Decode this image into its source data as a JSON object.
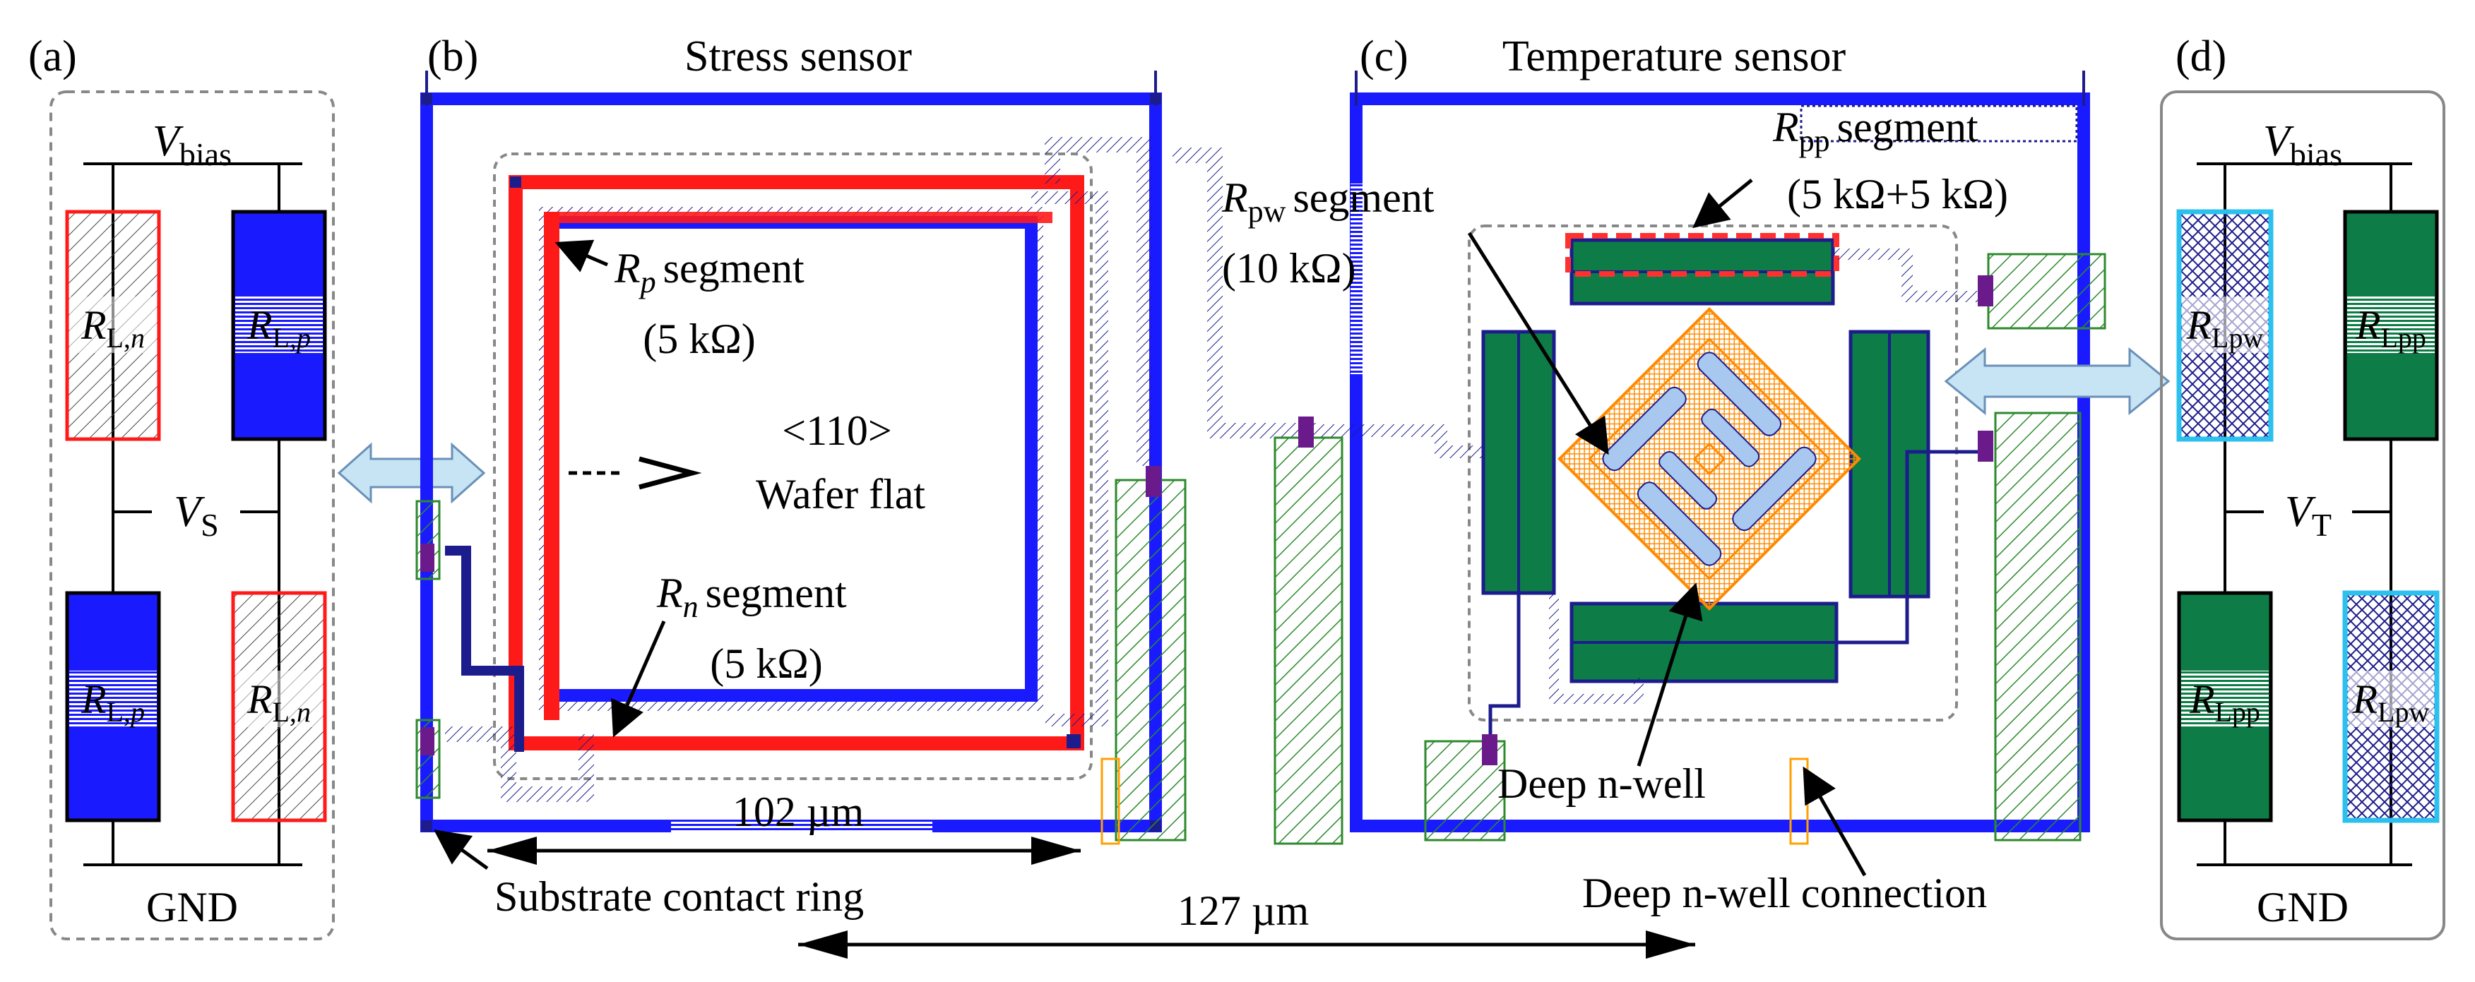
{
  "panels": {
    "a": {
      "tag": "(a)",
      "vbias_main": "V",
      "vbias_sub": "bias",
      "vs_main": "V",
      "vs_sub": "S",
      "gnd": "GND",
      "r_ln_main": "R",
      "r_ln_sub_a": "L,",
      "r_ln_sub_b": "n",
      "r_lp_main": "R",
      "r_lp_sub_a": "L,",
      "r_lp_sub_b": "p"
    },
    "b": {
      "tag": "(b)",
      "title": "Stress sensor",
      "rp_main": "R",
      "rp_sub": "p",
      "rp_text": "segment",
      "rp_value": "(5 kΩ)",
      "rn_main": "R",
      "rn_sub": "n",
      "rn_text": "segment",
      "rn_value": "(5 kΩ)",
      "orientation": "<110>",
      "wafer_flat": "Wafer flat",
      "dim": "102 µm",
      "ring": "Substrate contact ring"
    },
    "c": {
      "tag": "(c)",
      "title": "Temperature sensor",
      "rpp_main": "R",
      "rpp_sub": "pp",
      "rpp_text": "segment",
      "rpp_value": "(5 kΩ+5 kΩ)",
      "rpw_main": "R",
      "rpw_sub": "pw",
      "rpw_text": "segment",
      "rpw_value": "(10 kΩ)",
      "deep_nwell": "Deep n-well",
      "deep_conn": "Deep n-well connection"
    },
    "d": {
      "tag": "(d)",
      "vbias_main": "V",
      "vbias_sub": "bias",
      "vt_main": "V",
      "vt_sub": "T",
      "gnd": "GND",
      "r_lpw_main": "R",
      "r_lpw_sub": "Lpw",
      "r_lpp_main": "R",
      "r_lpp_sub": "Lpp"
    }
  },
  "dims": {
    "overall": "127 µm"
  },
  "colors": {
    "blue": "#1a1aff",
    "red": "#ff1a1a",
    "navy": "#1c1c8c",
    "green": "#0e7c46",
    "cyan": "#2bc0ee",
    "light_blue": "#a8c8f0",
    "orange": "#ff8a00",
    "purple": "#6a1a8a",
    "hatch_green": "#2d8a2d",
    "arrow_fill": "#c6e4f4"
  }
}
